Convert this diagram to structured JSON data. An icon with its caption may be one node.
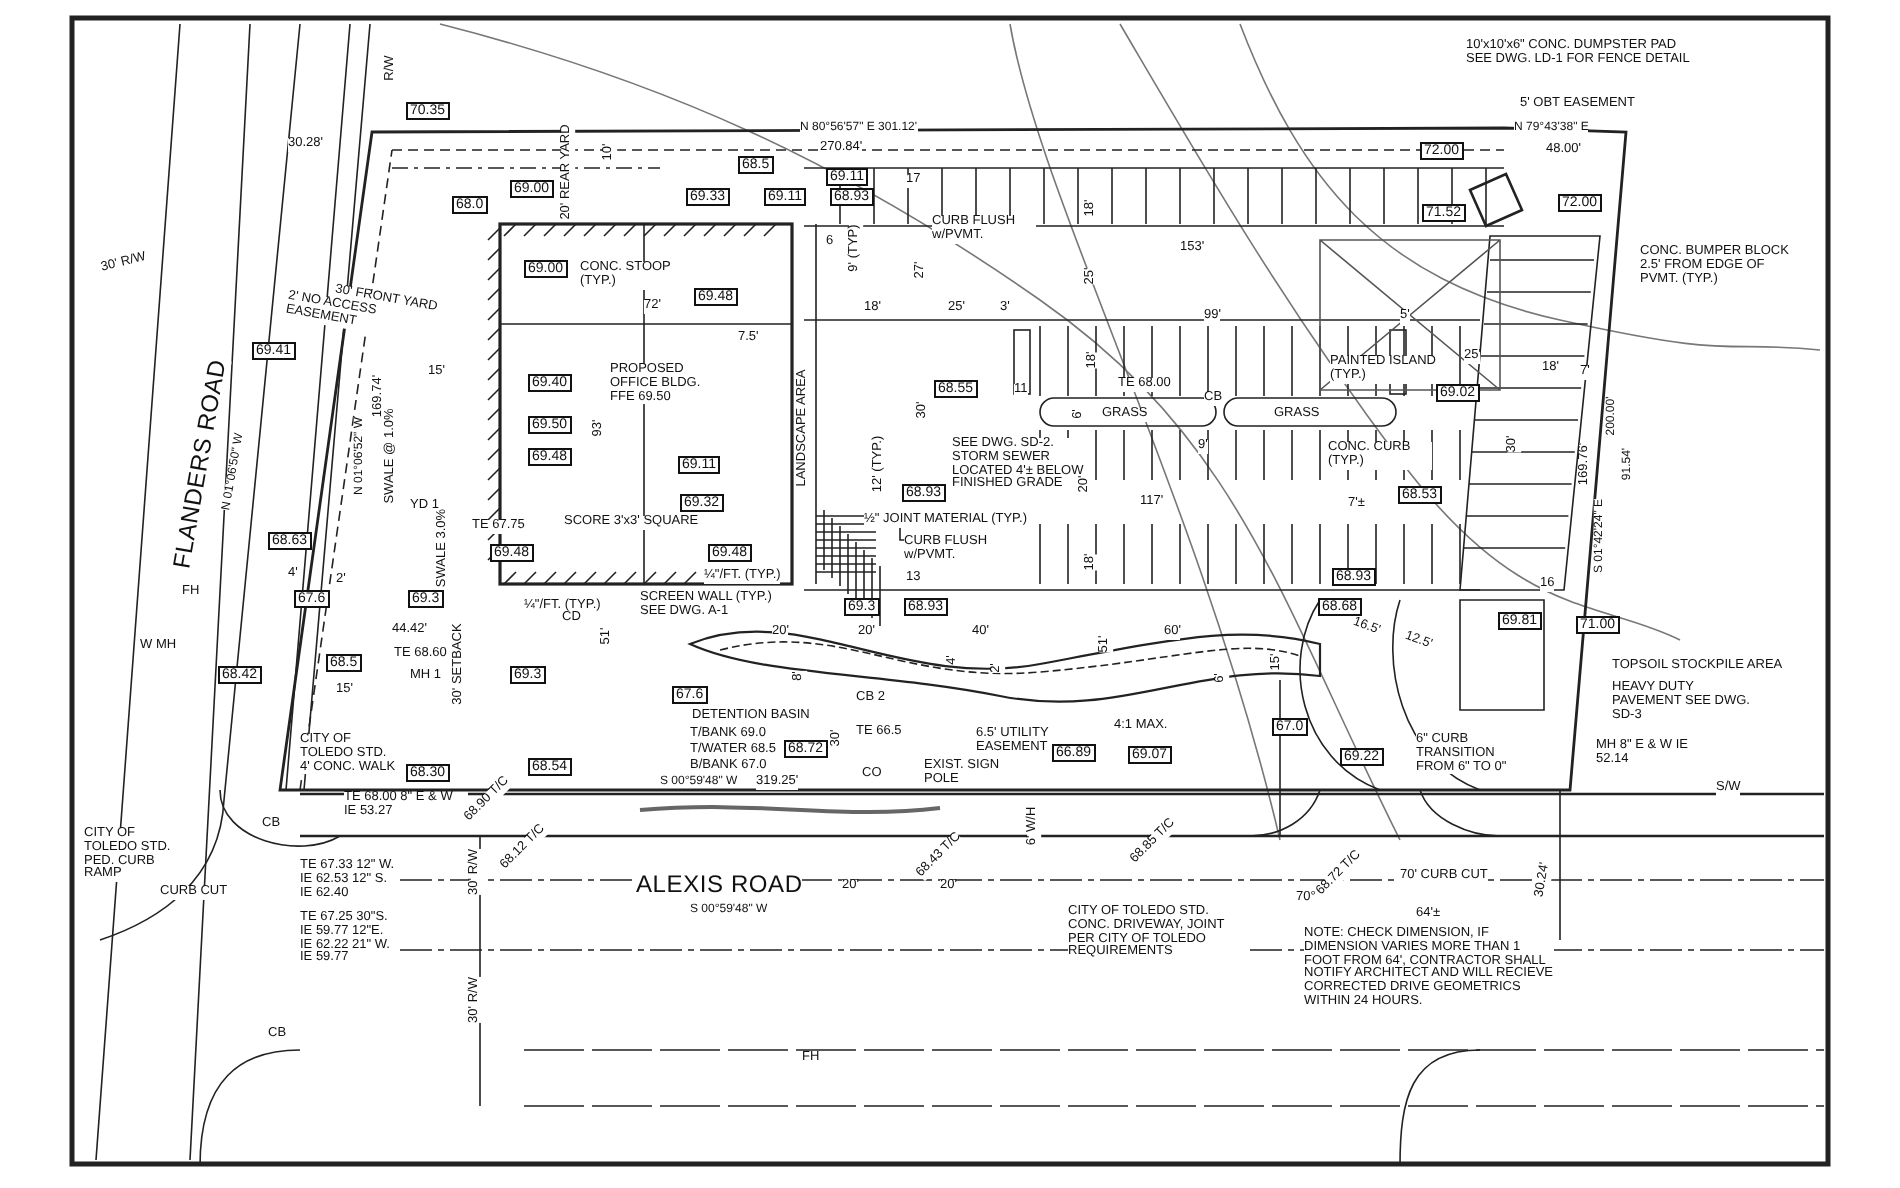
{
  "diagram": {
    "labels": [
      "10'x10'x6\" CONC. DUMPSTER PAD SEE DWG. LD-1 FOR FENCE DETAIL",
      "R/W",
      "5' OBT EASEMENT",
      "70.35",
      "N 80°56'57\" E  301.12'",
      "N 79°43'38\" E",
      "30.28'",
      "270.84'",
      "72.00",
      "48.00'",
      "20' REAR YARD",
      "10'",
      "68.5",
      "69.11",
      "68.0",
      "69.00",
      "69.33",
      "69.11",
      "68.93",
      "17",
      "72.00",
      "71.52",
      "CURB FLUSH w/PVMT.",
      "6",
      "9' (TYP)",
      "153'",
      "CONC. BUMPER BLOCK 2.5' FROM EDGE OF PVMT. (TYP.)",
      "30' R/W",
      "CONC. STOOP (TYP.)",
      "69.00",
      "27'",
      "18'",
      "30' FRONT YARD",
      "69.48",
      "72'",
      "18'",
      "25'",
      "3'",
      "99'",
      "25'",
      "5'",
      "2' NO ACCESS EASEMENT",
      "7.5'",
      "69.41",
      "15'",
      "25'",
      "PAINTED ISLAND (TYP.)",
      "18'",
      "7'",
      "18'",
      "169.74'",
      "N 01°06'52\" W",
      "LANDSCAPE AREA",
      "PROPOSED OFFICE BLDG. FFE 69.50",
      "69.40",
      "68.55",
      "30'",
      "11",
      "TE 68.00",
      "CB",
      "69.02",
      "6'",
      "GRASS",
      "GRASS",
      "69.50",
      "93'",
      "FLANDERS ROAD",
      "N 01°06'50\" W",
      "SWALE @ 1.0%",
      "9'",
      "SEE DWG. SD-2. STORM SEWER LOCATED 4'± BELOW FINISHED GRADE",
      "CONC. CURB (TYP.)",
      "200.00'",
      "91.54'",
      "169.76'",
      "S 01°42'24\" E",
      "30'",
      "69.48",
      "69.11",
      "12' (TYP.)",
      "YD 1",
      "69.32",
      "68.93",
      "20'",
      "117'",
      "7'±",
      "68.53",
      "TE 67.75",
      "SCORE 3'x3' SQUARE",
      "½\" JOINT MATERIAL (TYP.)",
      "CURB FLUSH w/PVMT.",
      "68.63",
      "69.48",
      "69.48",
      "SWALE 3.0%",
      "18'",
      "13",
      "68.93",
      "16",
      "¼\"/FT. (TYP.)",
      "4'",
      "2'",
      "FH",
      "67.6",
      "69.3",
      "¼\"/FT. (TYP.)",
      "CD",
      "SCREEN WALL (TYP.) SEE DWG. A-1",
      "69.3",
      "68.93",
      "68.68",
      "69.81",
      "71.00",
      "W MH",
      "44.42'",
      "20'",
      "20'",
      "40'",
      "60'",
      "51'",
      "16.5'",
      "12.5'",
      "TOPSOIL STOCKPILE AREA",
      "TE 68.60",
      "68.5",
      "68.42",
      "MH 1",
      "15'",
      "69.3",
      "30' SETBACK",
      "HEAVY DUTY PAVEMENT SEE DWG. SD-3",
      "4'",
      "2'",
      "8'",
      "15'",
      "51'",
      "6'",
      "67.6",
      "CB 2",
      "DETENTION BASIN",
      "4:1 MAX.",
      "67.0",
      "T/BANK 69.0",
      "T/WATER 68.5",
      "B/BANK 67.0",
      "30'",
      "TE 66.5",
      "68.72",
      "6.5' UTILITY EASEMENT",
      "EXIST. SIGN POLE",
      "66.89",
      "69.07",
      "69.22",
      "6\" CURB TRANSITION FROM 6\" TO 0\"",
      "MH 8\" E & W IE 52.14",
      "CITY OF TOLEDO STD. 4' CONC. WALK",
      "68.54",
      "68.30",
      "S 00°59'48\" W",
      "319.25'",
      "CO",
      "TE 68.00 8\" E & W IE 53.27",
      "68.90 T/C",
      "CITY OF TOLEDO STD. PED. CURB RAMP",
      "CB",
      "CURB CUT",
      "TE 67.33 12\" W. IE 62.53 12\" S. IE 62.40",
      "TE 67.25 30\"S. IE 59.77 12\"E. IE 62.22 21\" W. IE 59.77",
      "30' R/W",
      "68.12 T/C",
      "ALEXIS ROAD",
      "S 00°59'48\" W",
      "20'",
      "68.43 T/C",
      "20'",
      "6' W/H",
      "68.85 T/C",
      "68.72 T/C",
      "30' R/W",
      "S/W",
      "CITY OF TOLEDO STD. CONC. DRIVEWAY, JOINT PER CITY OF TOLEDO REQUIREMENTS",
      "70' CURB CUT",
      "70°",
      "30.24'",
      "64'±",
      "NOTE: CHECK DIMENSION, IF DIMENSION VARIES MORE THAN 1 FOOT FROM 64', CONTRACTOR SHALL NOTIFY ARCHITECT AND WILL RECIEVE CORRECTED DRIVE GEOMETRICS WITHIN 24 HOURS.",
      "CB",
      "FH"
    ]
  }
}
